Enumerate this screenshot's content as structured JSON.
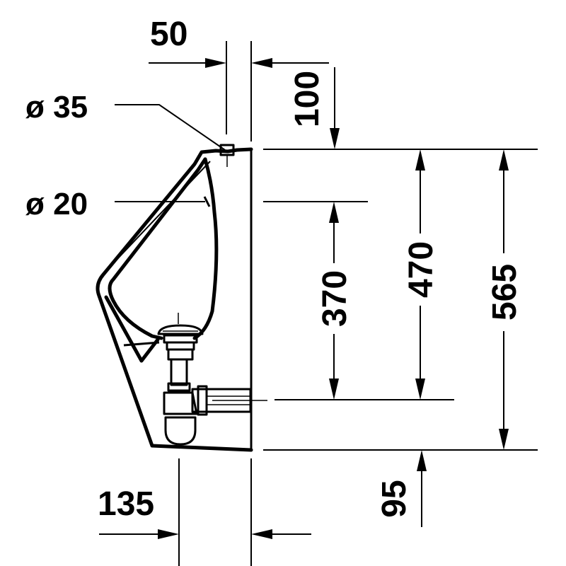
{
  "colors": {
    "ink": "#000000",
    "background": "#ffffff"
  },
  "labels": {
    "dia_inlet": "ø 35",
    "dia_spreader": "ø 20"
  },
  "dimensions": {
    "wall_offset_top": "50",
    "inlet_height_above": "100",
    "outlet_to_spreader": "370",
    "outlet_to_top": "470",
    "overall_height": "565",
    "bottom_to_outlet": "95",
    "projection_bottom": "135"
  }
}
